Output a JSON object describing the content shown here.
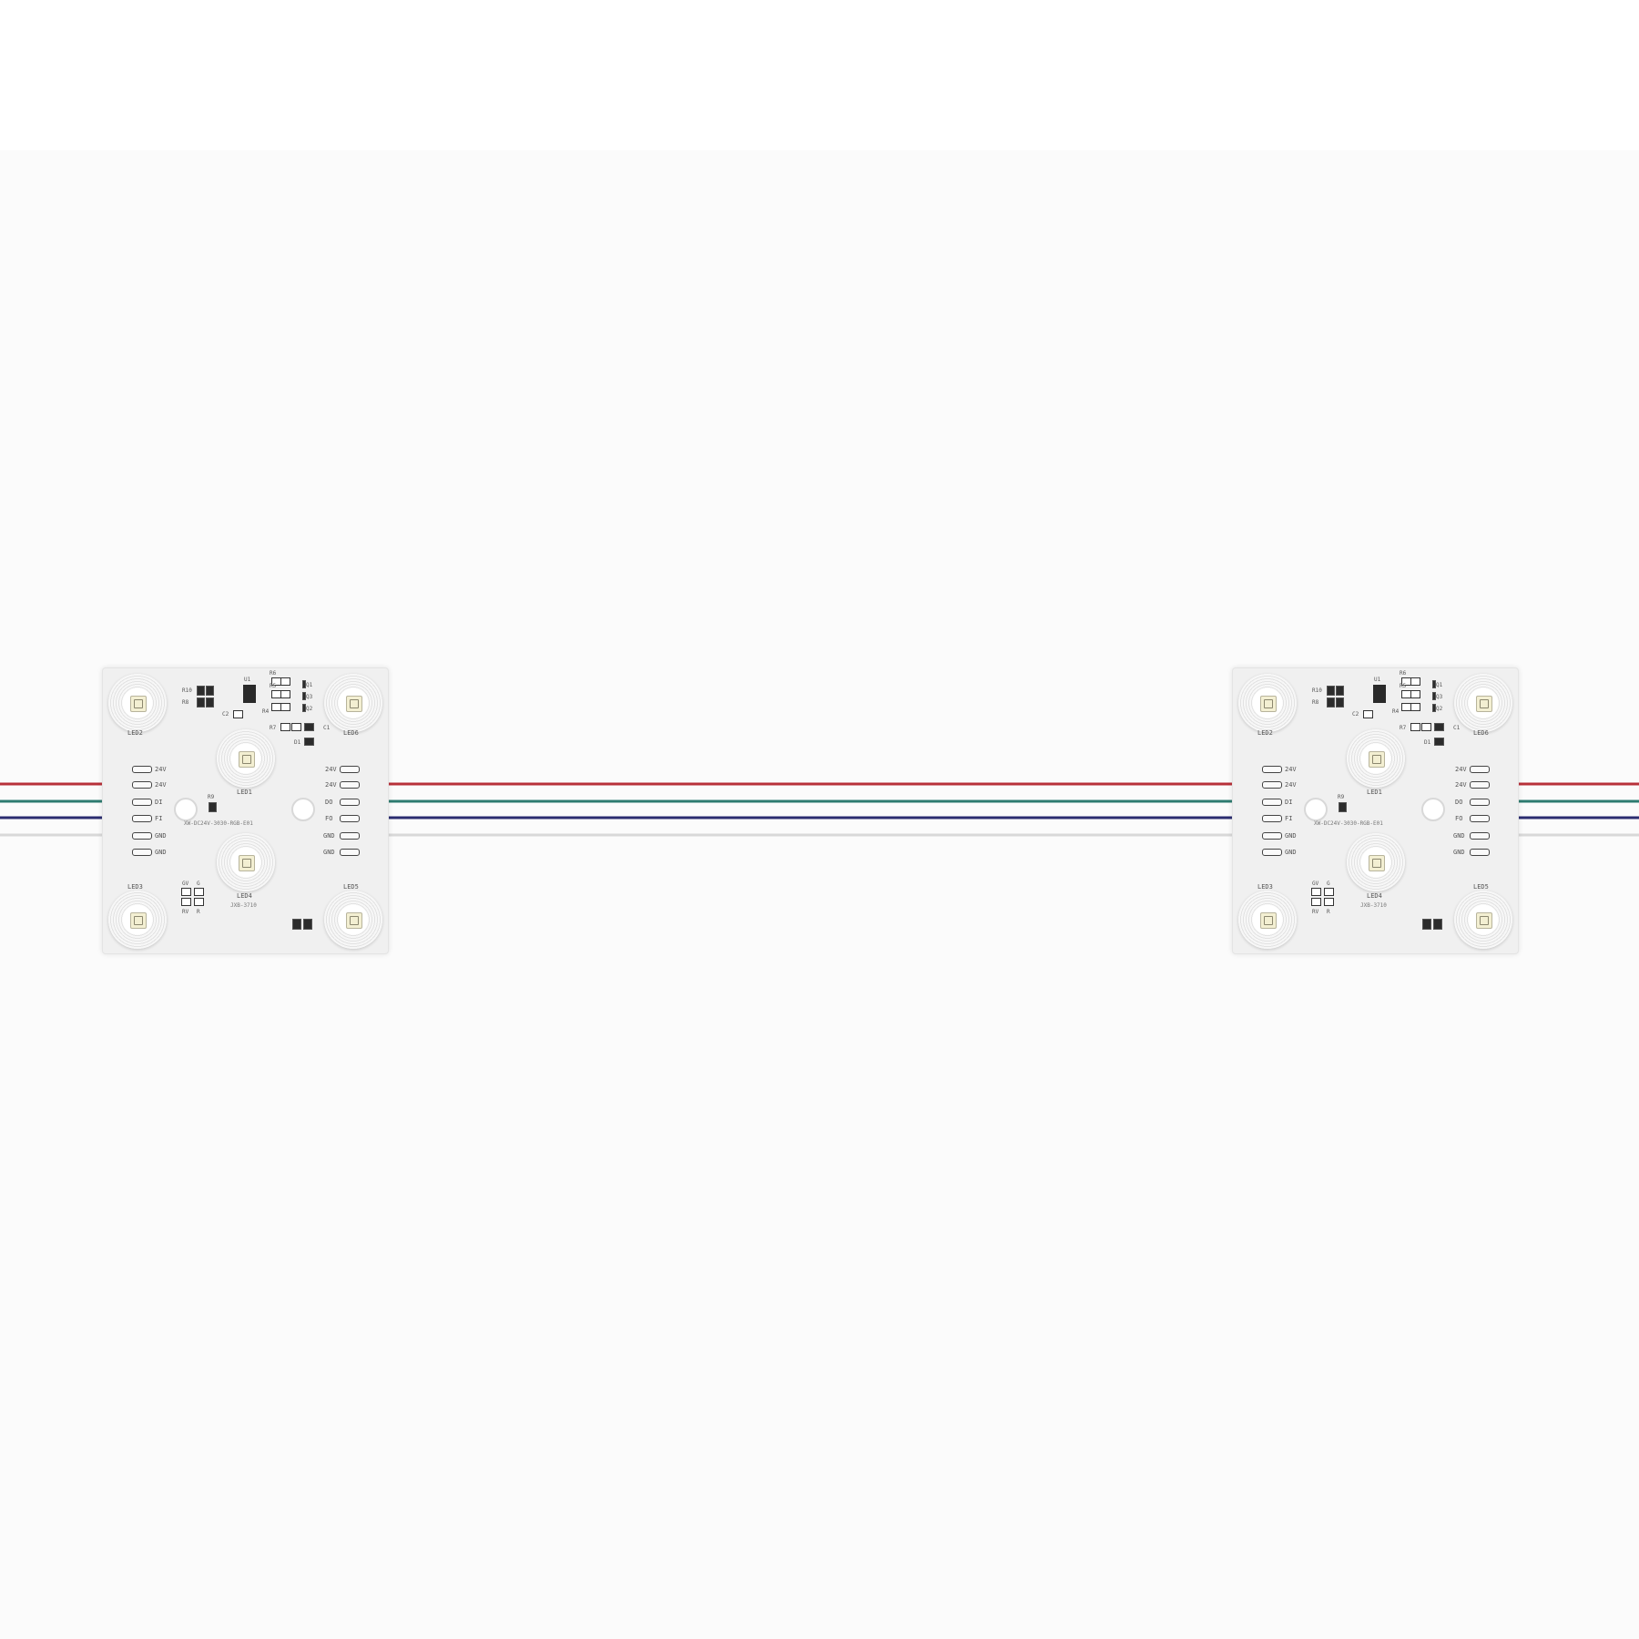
{
  "wire_colors": {
    "power": "#b8313a",
    "data": "#2e7b70",
    "signal": "#2b2c70",
    "ground": "#d8d8d8"
  },
  "modules": [
    {
      "leds": [
        "LED2",
        "LED6",
        "LED1",
        "LED3",
        "LED4",
        "LED5"
      ],
      "components": [
        "R10",
        "R8",
        "U1",
        "R6",
        "R5",
        "R4",
        "C2",
        "Q1",
        "Q3",
        "Q2",
        "R7",
        "C1",
        "D1",
        "R9",
        "GV",
        "G",
        "RV",
        "R"
      ],
      "left_pins": [
        "24V",
        "24V",
        "DI",
        "FI",
        "GND",
        "GND"
      ],
      "right_pins": [
        "24V",
        "24V",
        "DO",
        "FO",
        "GND",
        "GND"
      ],
      "model": "XW-DC24V-3030-RGB-E01",
      "code": "JXB-3710"
    },
    {
      "leds": [
        "LED2",
        "LED6",
        "LED1",
        "LED3",
        "LED4",
        "LED5"
      ],
      "components": [
        "R10",
        "R8",
        "U1",
        "R6",
        "R5",
        "R4",
        "C2",
        "Q1",
        "Q3",
        "Q2",
        "R7",
        "C1",
        "D1",
        "R9",
        "GV",
        "G",
        "RV",
        "R"
      ],
      "left_pins": [
        "24V",
        "24V",
        "DI",
        "FI",
        "GND",
        "GND"
      ],
      "right_pins": [
        "24V",
        "24V",
        "DO",
        "FO",
        "GND",
        "GND"
      ],
      "model": "XW-DC24V-3030-RGB-E01",
      "code": "JXB-3710"
    }
  ]
}
